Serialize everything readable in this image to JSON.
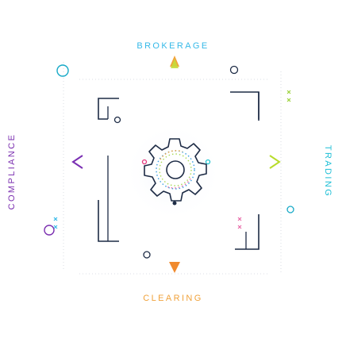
{
  "labels": {
    "top": "BROKERAGE",
    "bottom": "CLEARING",
    "left": "COMPLIANCE",
    "right": "TRADING"
  },
  "colors": {
    "brokerage": "#35b9e8",
    "clearing": "#f0a23a",
    "compliance": "#7b2fb0",
    "trading": "#1fbfd6",
    "frame": "#1d2b45",
    "accent_teal": "#16a9c7",
    "trading_arrow_start": "#23c4cf",
    "trading_arrow_end": "#b8dc2b",
    "compliance_arrow_start": "#e5387e",
    "compliance_arrow_end": "#7a2fb3",
    "gear": "#1d2b45",
    "dots_blue": "#3a9fe0",
    "dots_green": "#9bd23a",
    "dots_orange": "#f2a33a",
    "dots_pink": "#e86aa8",
    "dotted_grid": "#cfd4dc"
  },
  "icons": {
    "center": "gear-icon",
    "arrow_up": "arrow-up-icon",
    "arrow_down": "arrow-down-icon",
    "arrow_left": "arrow-left-icon",
    "arrow_right": "arrow-right-icon"
  }
}
